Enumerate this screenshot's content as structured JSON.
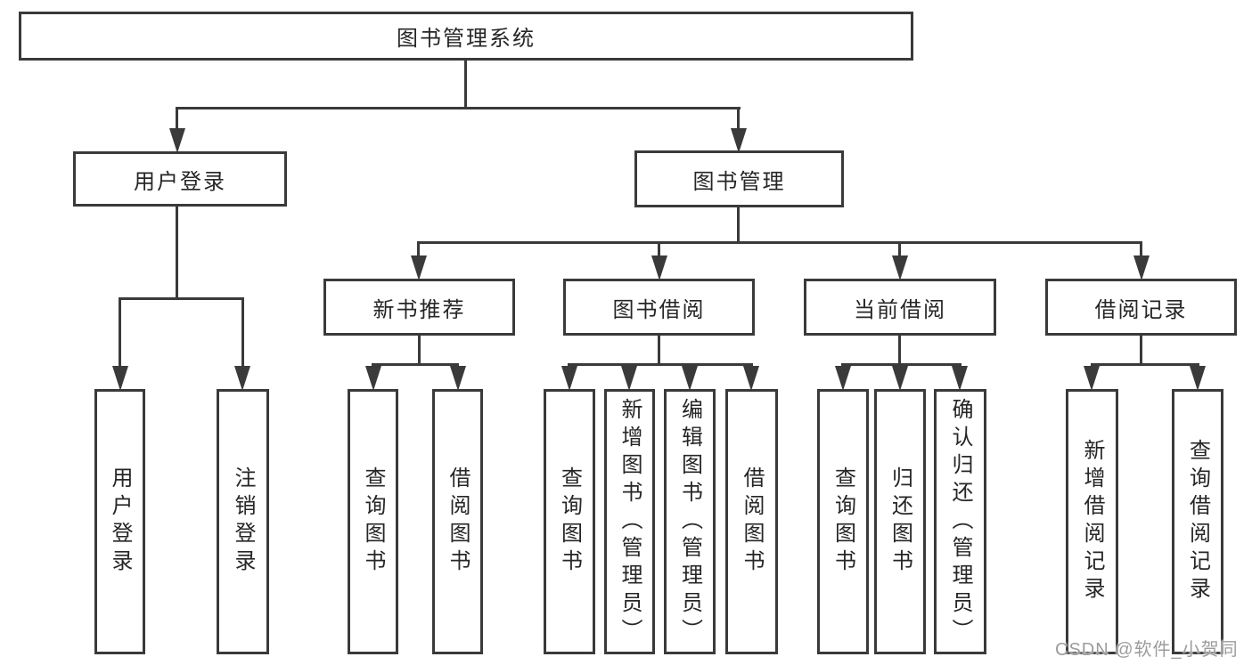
{
  "diagram": {
    "root": "图书管理系统",
    "level2": [
      {
        "label": "用户登录",
        "children": [
          "用户登录",
          "注销登录"
        ]
      },
      {
        "label": "图书管理",
        "groups": [
          {
            "label": "新书推荐",
            "children": [
              "查询图书",
              "借阅图书"
            ]
          },
          {
            "label": "图书借阅",
            "children": [
              "查询图书",
              "新增图书（管理员）",
              "编辑图书（管理员）",
              "借阅图书"
            ]
          },
          {
            "label": "当前借阅",
            "children": [
              "查询图书",
              "归还图书",
              "确认归还（管理员）"
            ]
          },
          {
            "label": "借阅记录",
            "children": [
              "新增借阅记录",
              "查询借阅记录"
            ]
          }
        ]
      }
    ]
  },
  "watermark": "CSDN @软件_小贺同学",
  "colors": {
    "line": "#3a3a3a",
    "text": "#262626",
    "watermark": "#9c9c9c",
    "background": "#ffffff"
  }
}
